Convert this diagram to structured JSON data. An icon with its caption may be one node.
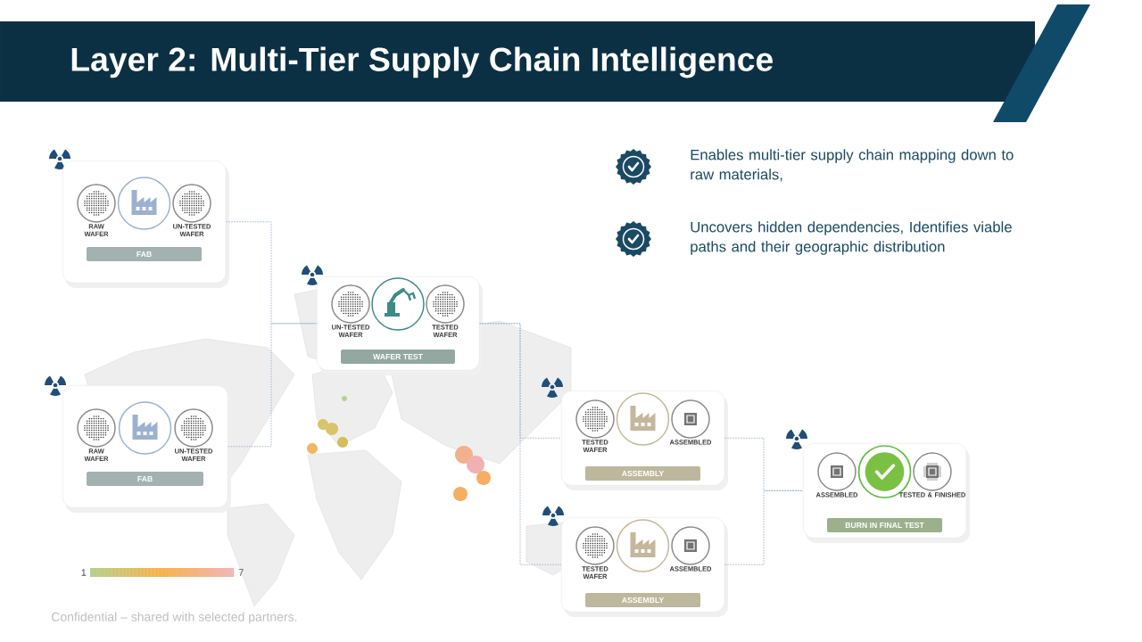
{
  "diagram": {
    "title": "Layer 2: Multi-Tier Supply Chain Intelligence",
    "nodes": [
      {
        "text": [
          "RAW WAFER",
          "UN-TESTED WAFER",
          "FAB"
        ]
      },
      {
        "text": [
          "RAW WAFER",
          "UN-TESTED WAFER",
          "FAB"
        ]
      },
      {
        "text": [
          "UN-TESTED WAFER",
          "TESTED WAFER",
          "WAFER TEST"
        ]
      },
      {
        "text": [
          "TESTED WAFER",
          "ASSEMBLED",
          "ASSEMBLY"
        ]
      },
      {
        "text": [
          "TESTED WAFER",
          "ASSEMBLED",
          "ASSEMBLY"
        ]
      },
      {
        "text": [
          "ASSEMBLED",
          "TESTED & FINISHED",
          "BURN IN FINAL TEST"
        ]
      }
    ],
    "edges": [
      {
        "from": 0,
        "to": 2,
        "arrow": "none",
        "style": "dashed"
      },
      {
        "from": 1,
        "to": 2,
        "arrow": "none",
        "style": "dashed"
      },
      {
        "from": 2,
        "to": 3,
        "arrow": "none",
        "style": "dashed"
      },
      {
        "from": 2,
        "to": 4,
        "arrow": "none",
        "style": "dashed"
      },
      {
        "from": 3,
        "to": 5,
        "arrow": "none",
        "style": "dashed"
      },
      {
        "from": 4,
        "to": 5,
        "arrow": "none",
        "style": "dashed"
      }
    ],
    "labels": [
      "Enables multi-tier supply chain mapping down to raw materials,",
      "Uncovers hidden dependencies, Identifies viable paths and their geographic distribution",
      "1",
      "7",
      "Confidential – shared with selected partners."
    ]
  }
}
